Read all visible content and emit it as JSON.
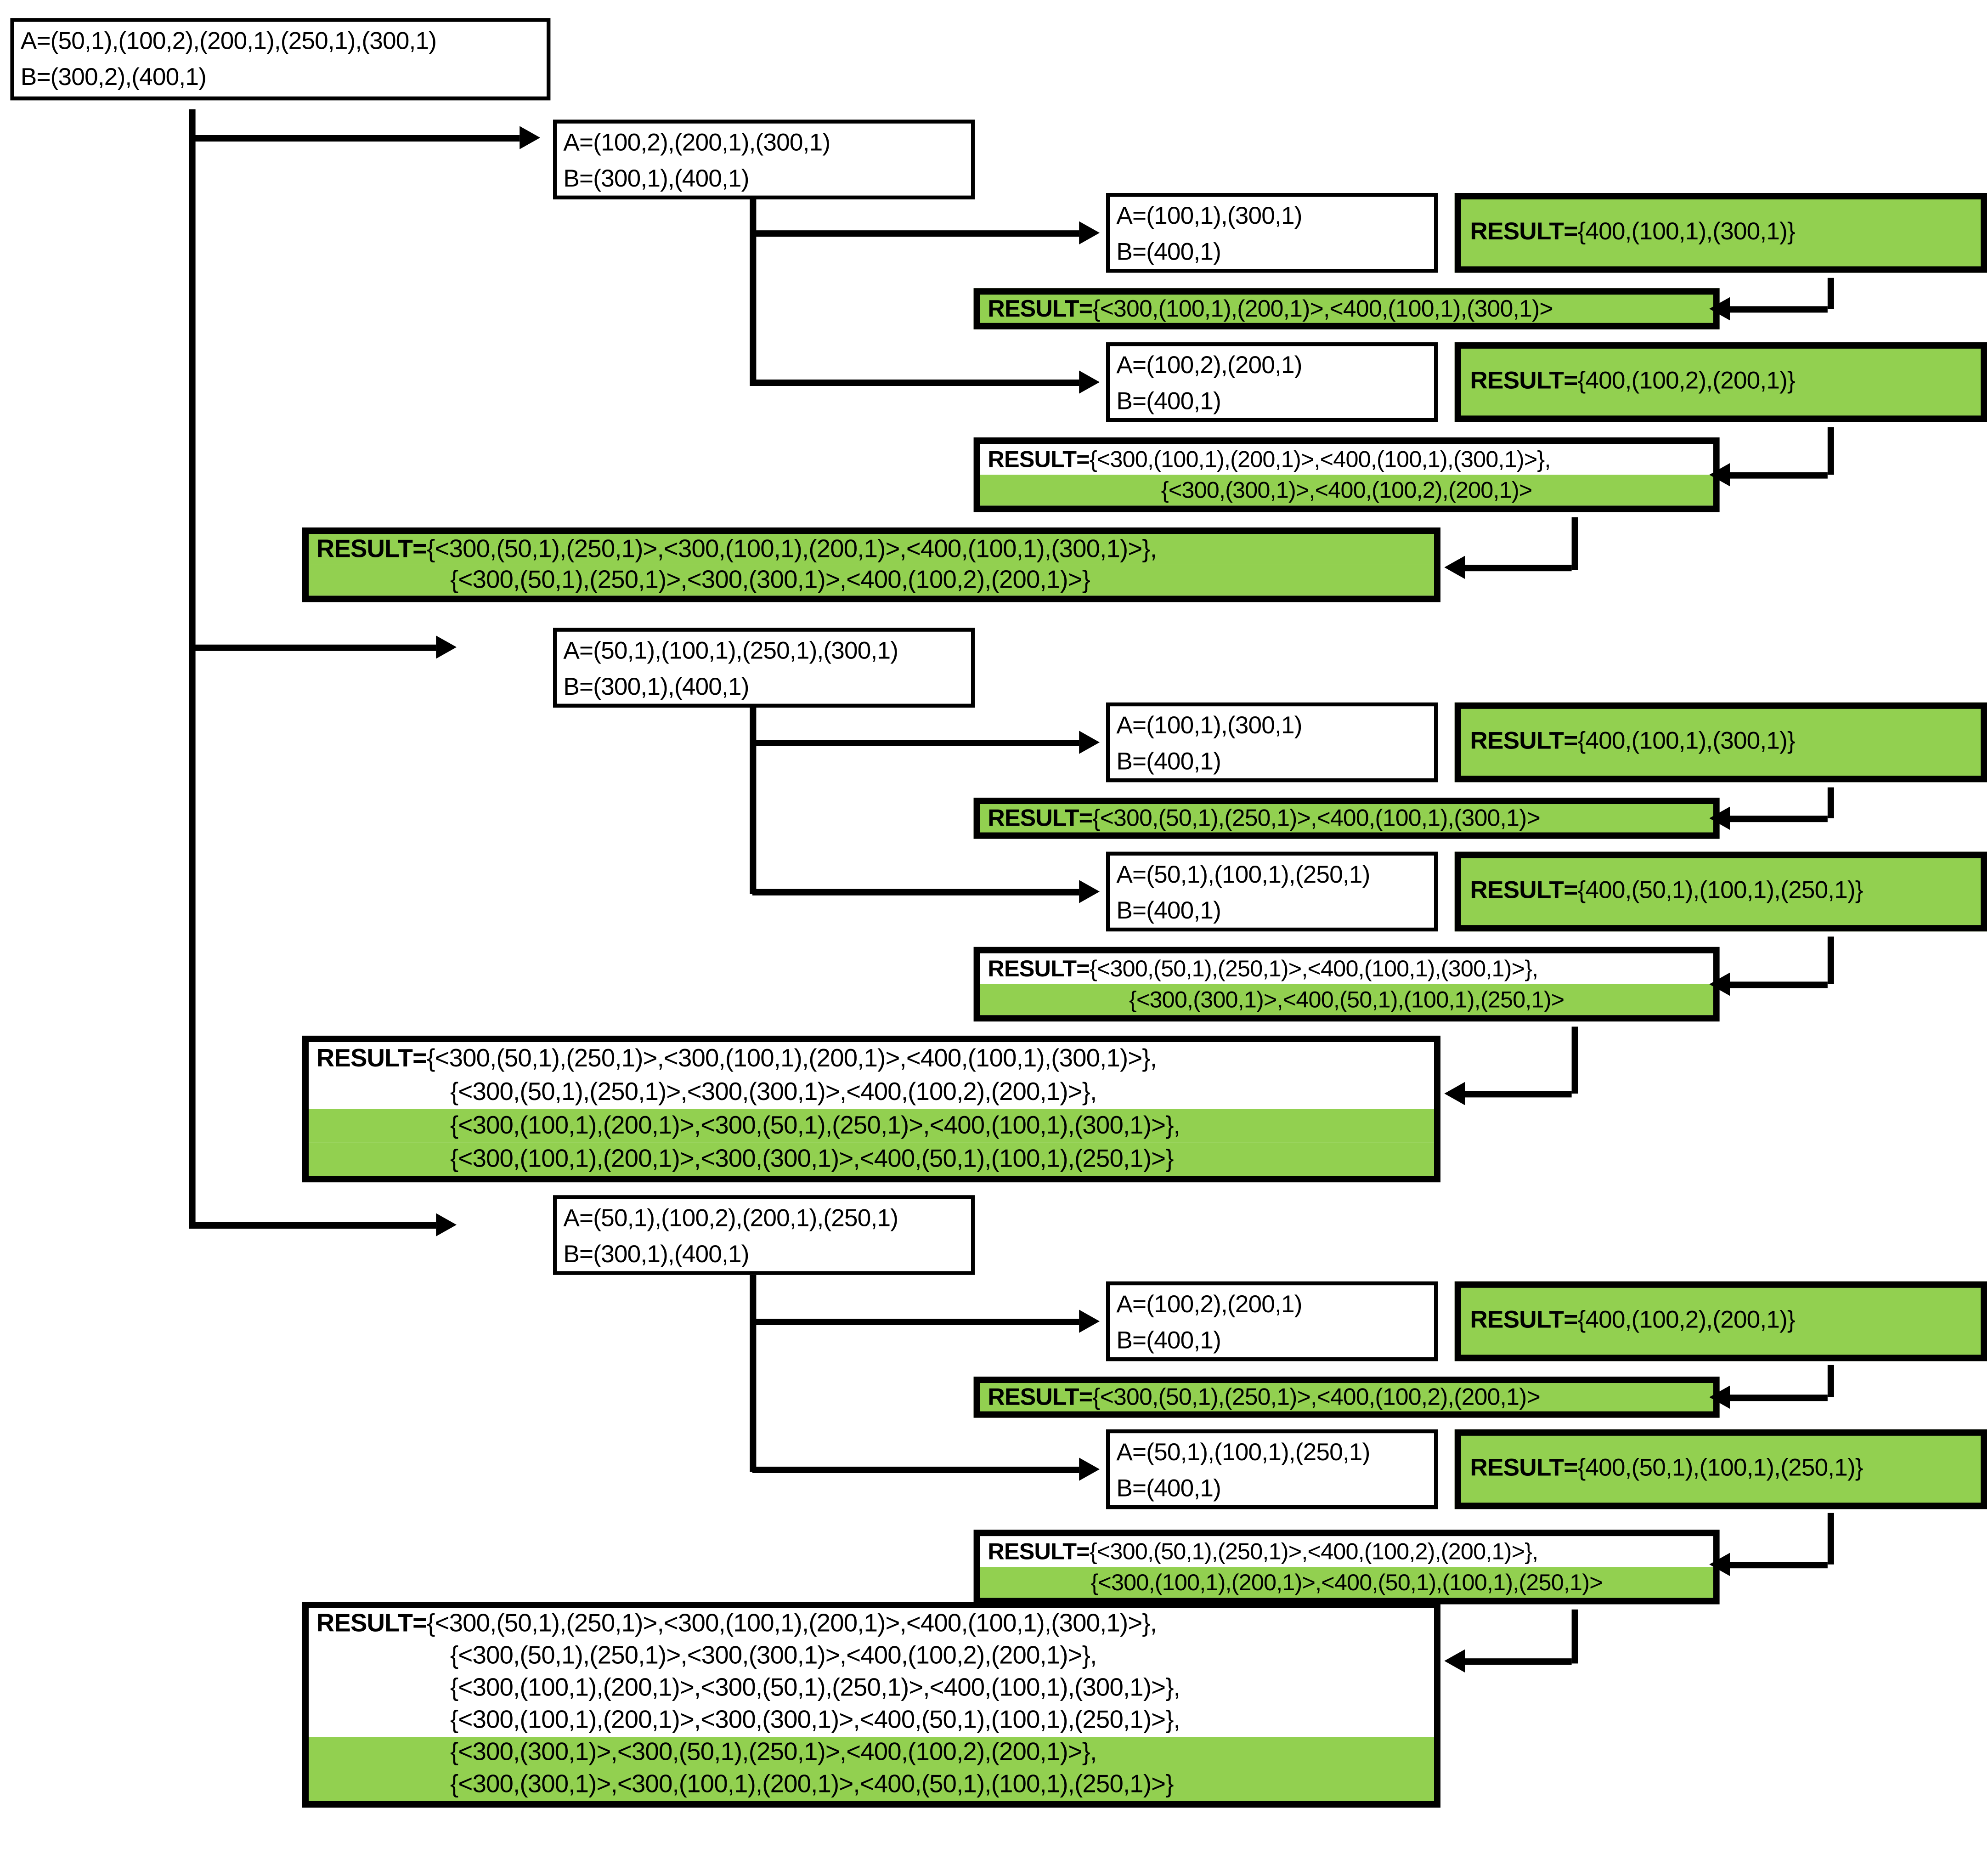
{
  "colors": {
    "highlight_green": "#92d050",
    "line_black": "#000000",
    "background": "#ffffff"
  },
  "root": {
    "a": "A=(50,1),(100,2),(200,1),(250,1),(300,1)",
    "b": "B=(300,2),(400,1)"
  },
  "subtrees": [
    {
      "root": {
        "a": "A=(100,2),(200,1),(300,1)",
        "b": "B=(300,1),(400,1)"
      },
      "children": [
        {
          "node": {
            "a": "A=(100,1),(300,1)",
            "b": "B=(400,1)"
          },
          "result": "RESULT={400,(100,1),(300,1)}"
        },
        {
          "node": {
            "a": "A=(100,2),(200,1)",
            "b": "B=(400,1)"
          },
          "result": "RESULT={400,(100,2),(200,1)}"
        }
      ],
      "merge_bar": "RESULT={<300,(100,1),(200,1)>,<400,(100,1),(300,1)>",
      "merge_box": {
        "line1": "RESULT={<300,(100,1),(200,1)>,<400,(100,1),(300,1)>},",
        "line2": "{<300,(300,1)>,<400,(100,2),(200,1)>"
      },
      "final": {
        "lines": [
          {
            "text": "RESULT={<300,(50,1),(250,1)>,<300,(100,1),(200,1)>,<400,(100,1),(300,1)>},",
            "highlight": true
          },
          {
            "text": "{<300,(50,1),(250,1)>,<300,(300,1)>,<400,(100,2),(200,1)>}",
            "highlight": true
          }
        ]
      }
    },
    {
      "root": {
        "a": "A=(50,1),(100,1),(250,1),(300,1)",
        "b": "B=(300,1),(400,1)"
      },
      "children": [
        {
          "node": {
            "a": "A=(100,1),(300,1)",
            "b": "B=(400,1)"
          },
          "result": "RESULT={400,(100,1),(300,1)}"
        },
        {
          "node": {
            "a": "A=(50,1),(100,1),(250,1)",
            "b": "B=(400,1)"
          },
          "result": "RESULT={400,(50,1),(100,1),(250,1)}"
        }
      ],
      "merge_bar": "RESULT={<300,(50,1),(250,1)>,<400,(100,1),(300,1)>",
      "merge_box": {
        "line1": "RESULT={<300,(50,1),(250,1)>,<400,(100,1),(300,1)>},",
        "line2": "{<300,(300,1)>,<400,(50,1),(100,1),(250,1)>"
      },
      "final": {
        "lines": [
          {
            "text": "RESULT={<300,(50,1),(250,1)>,<300,(100,1),(200,1)>,<400,(100,1),(300,1)>},",
            "highlight": false
          },
          {
            "text": "{<300,(50,1),(250,1)>,<300,(300,1)>,<400,(100,2),(200,1)>},",
            "highlight": false
          },
          {
            "text": "{<300,(100,1),(200,1)>,<300,(50,1),(250,1)>,<400,(100,1),(300,1)>},",
            "highlight": true
          },
          {
            "text": "{<300,(100,1),(200,1)>,<300,(300,1)>,<400,(50,1),(100,1),(250,1)>}",
            "highlight": true
          }
        ]
      }
    },
    {
      "root": {
        "a": "A=(50,1),(100,2),(200,1),(250,1)",
        "b": "B=(300,1),(400,1)"
      },
      "children": [
        {
          "node": {
            "a": "A=(100,2),(200,1)",
            "b": "B=(400,1)"
          },
          "result": "RESULT={400,(100,2),(200,1)}"
        },
        {
          "node": {
            "a": "A=(50,1),(100,1),(250,1)",
            "b": "B=(400,1)"
          },
          "result": "RESULT={400,(50,1),(100,1),(250,1)}"
        }
      ],
      "merge_bar": "RESULT={<300,(50,1),(250,1)>,<400,(100,2),(200,1)>",
      "merge_box": {
        "line1": "RESULT={<300,(50,1),(250,1)>,<400,(100,2),(200,1)>},",
        "line2": "{<300,(100,1),(200,1)>,<400,(50,1),(100,1),(250,1)>"
      },
      "final": {
        "lines": [
          {
            "text": "RESULT={<300,(50,1),(250,1)>,<300,(100,1),(200,1)>,<400,(100,1),(300,1)>},",
            "highlight": false
          },
          {
            "text": "{<300,(50,1),(250,1)>,<300,(300,1)>,<400,(100,2),(200,1)>},",
            "highlight": false
          },
          {
            "text": "{<300,(100,1),(200,1)>,<300,(50,1),(250,1)>,<400,(100,1),(300,1)>},",
            "highlight": false
          },
          {
            "text": "{<300,(100,1),(200,1)>,<300,(300,1)>,<400,(50,1),(100,1),(250,1)>},",
            "highlight": false
          },
          {
            "text": "{<300,(300,1)>,<300,(50,1),(250,1)>,<400,(100,2),(200,1)>},",
            "highlight": true
          },
          {
            "text": "{<300,(300,1)>,<300,(100,1),(200,1)>,<400,(50,1),(100,1),(250,1)>}",
            "highlight": true
          }
        ]
      }
    }
  ]
}
